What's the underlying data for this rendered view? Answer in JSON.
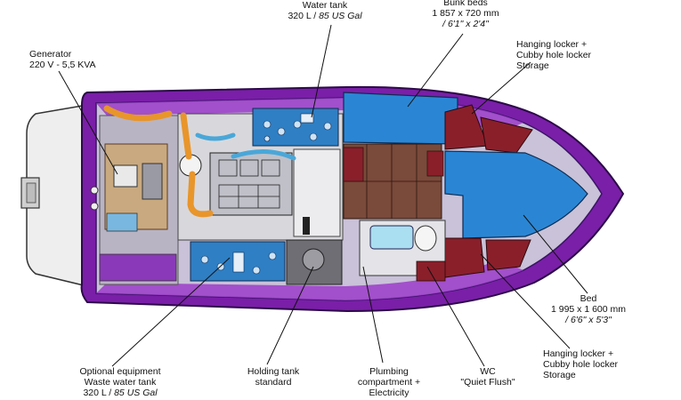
{
  "labels": {
    "water_tank": {
      "title": "Water tank",
      "metric": "320 L / ",
      "imperial": "85 US Gal"
    },
    "bunk_beds": {
      "title": "Bunk beds",
      "metric": "1 857 x 720 mm",
      "imperial": "/ 6'1\" x 2'4\""
    },
    "generator": {
      "title": "Generator",
      "spec": "220 V - 5,5 KVA"
    },
    "hanging_locker_top": {
      "line1": "Hanging locker +",
      "line2": "Cubby hole locker",
      "line3": "Storage"
    },
    "bed": {
      "title": "Bed",
      "metric": "1 995 x 1 600 mm",
      "imperial": "/ 6'6\" x 5'3\""
    },
    "hanging_locker_bottom": {
      "line1": "Hanging locker +",
      "line2": "Cubby hole locker",
      "line3": "Storage"
    },
    "optional_equipment": {
      "line1": "Optional equipment",
      "line2": "Waste water tank",
      "metric": "320 L / ",
      "imperial": "85 US Gal"
    },
    "holding_tank": {
      "line1": "Holding tank",
      "line2": "standard"
    },
    "plumbing": {
      "line1": "Plumbing",
      "line2": "compartment +",
      "line3": "Electricity"
    },
    "wc": {
      "line1": "WC",
      "line2": "\"Quiet Flush\""
    }
  },
  "colors": {
    "hull_purple": "#7a1fa8",
    "deck_outline": "#3a1466",
    "cabin_blue": "#2a86d4",
    "locker_red": "#8a1f2a",
    "floor_brown": "#7a4a3a",
    "engine_grey": "#d8d8dc",
    "hose_orange": "#e8952a",
    "tank_blue": "#2f7fc4",
    "transom_grey": "#e6e6e6"
  }
}
